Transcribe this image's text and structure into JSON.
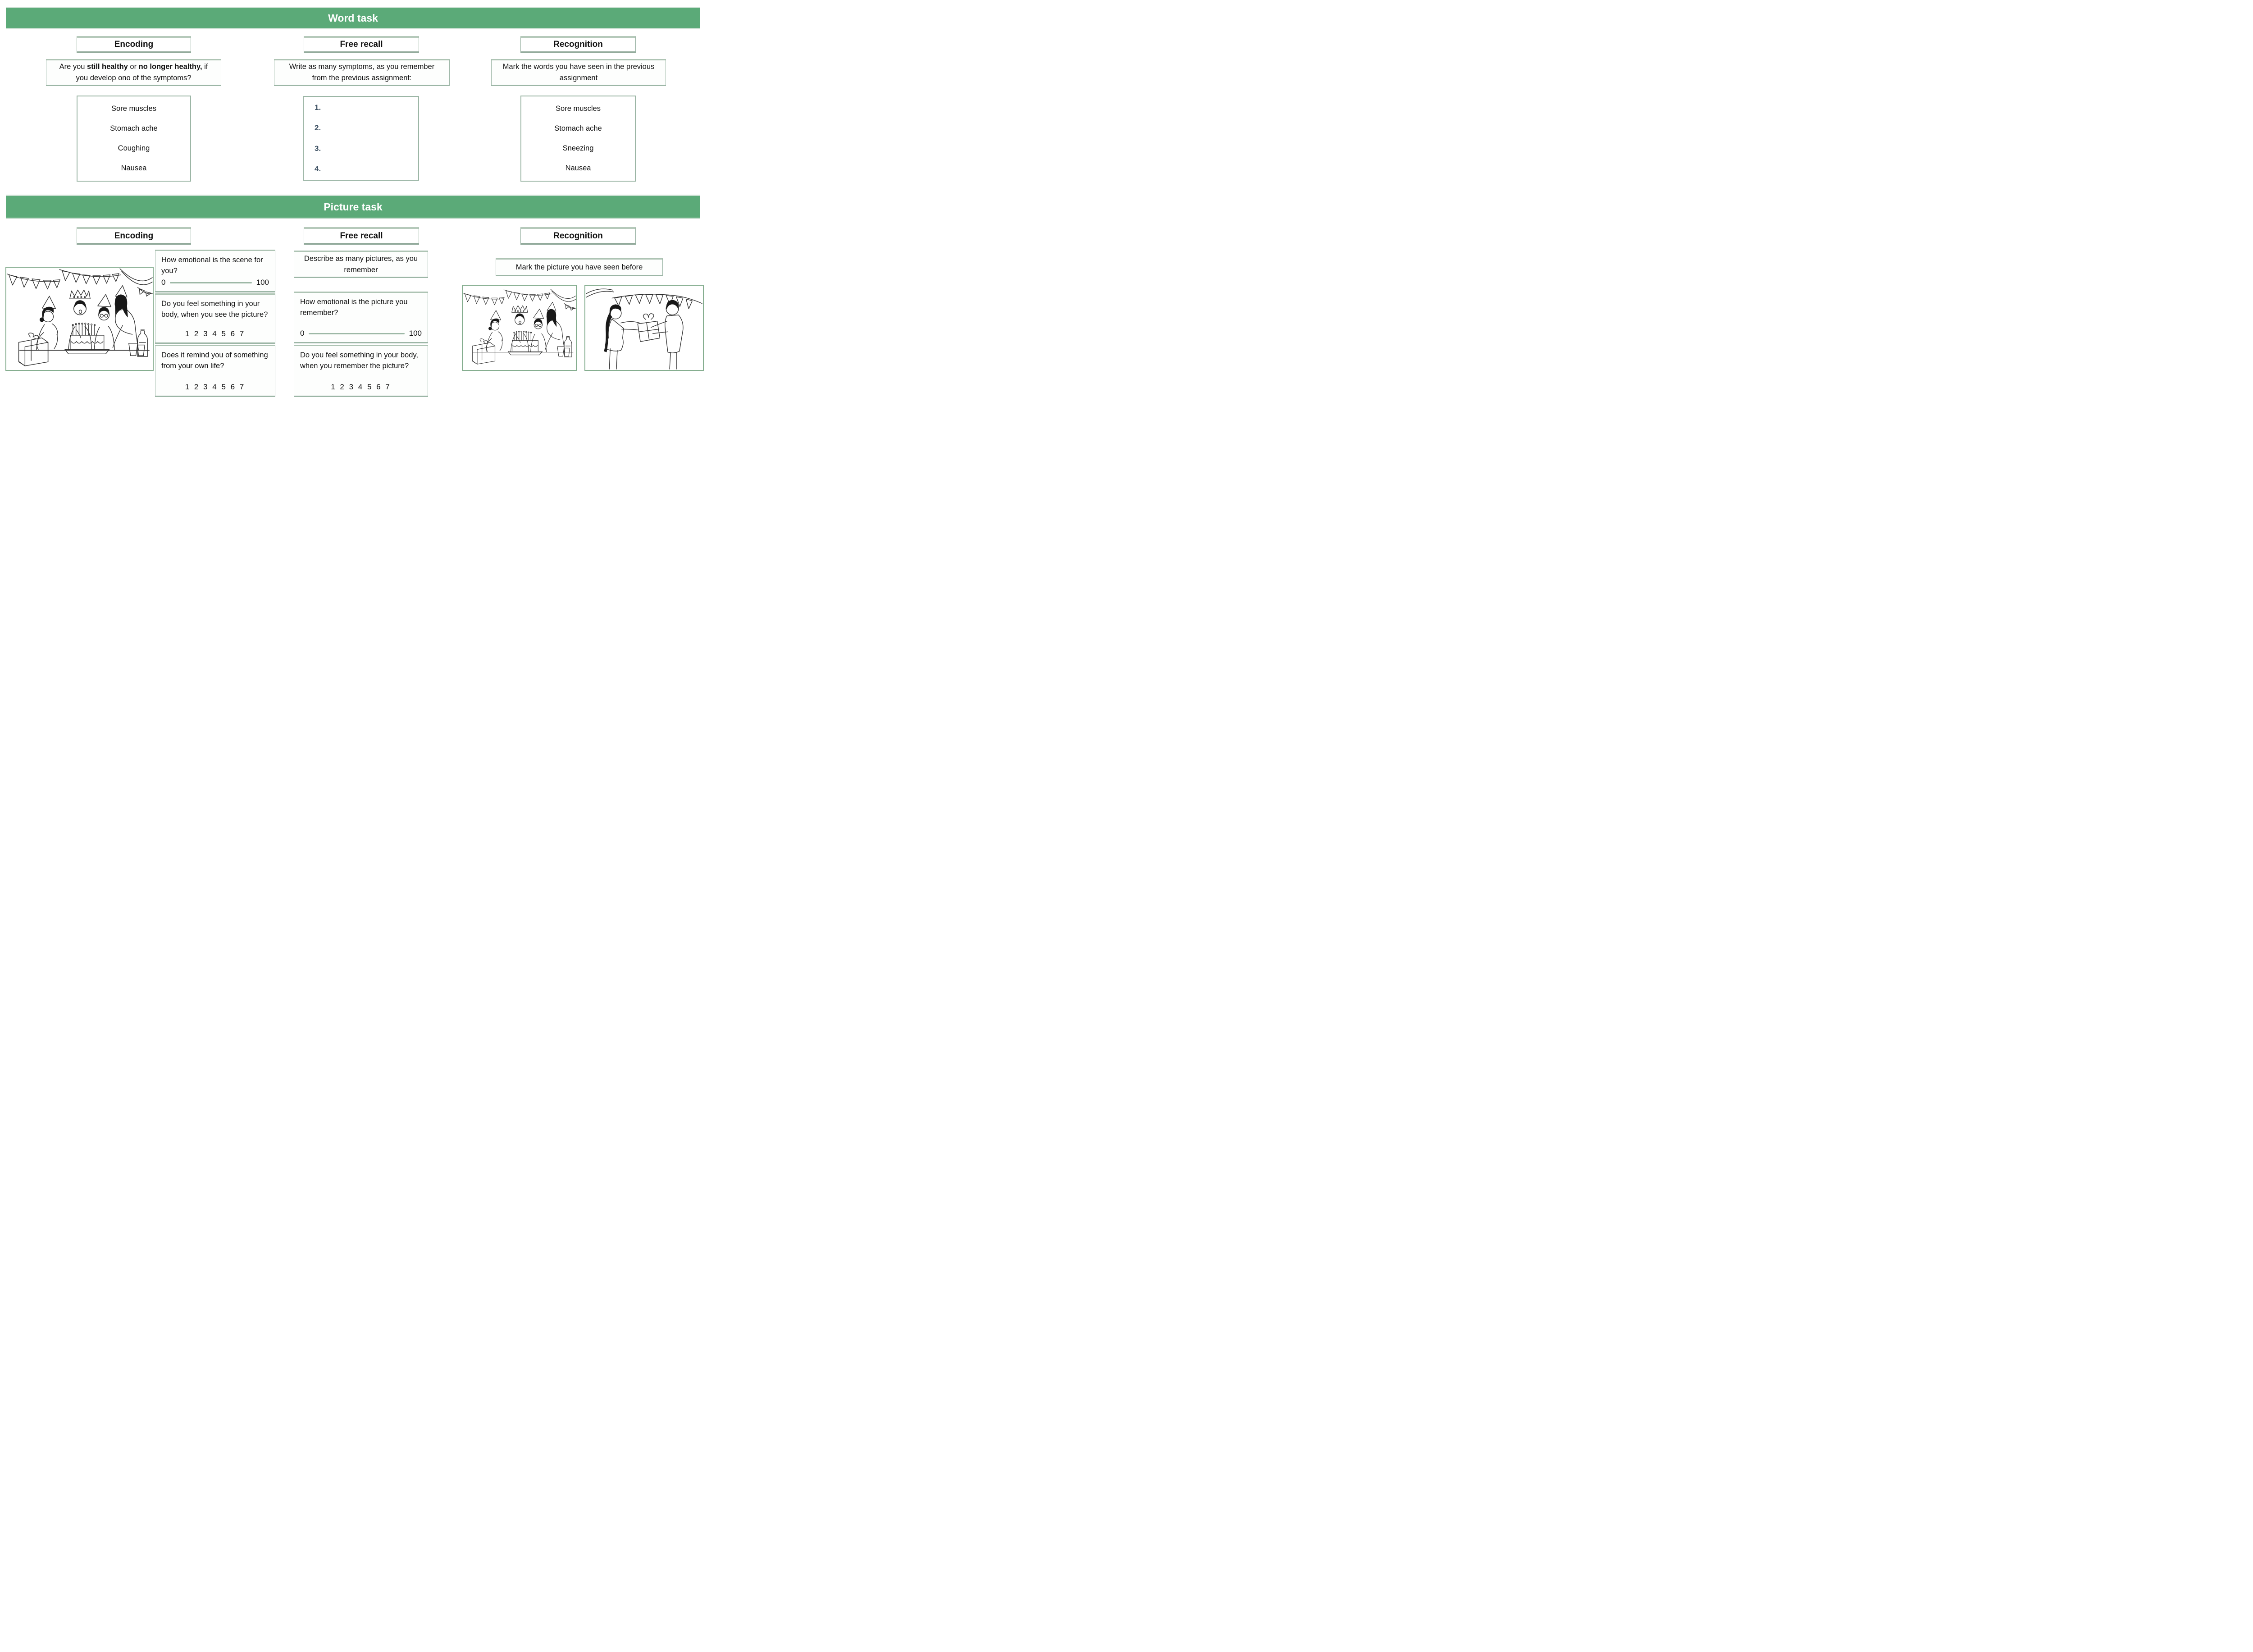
{
  "palette": {
    "bar_green": "#5baa78",
    "box_border_green": "#9cb6a6",
    "image_border_green": "#86ae90",
    "list_number_blue": "#3f5264",
    "slider_line_green": "#9db8a6"
  },
  "word_task": {
    "title": "Word task",
    "encoding": {
      "header": "Encoding",
      "question_parts": [
        "Are you ",
        "still healthy",
        " or ",
        "no longer healthy,",
        " if you develop ono of the symptoms?"
      ],
      "words": [
        "Sore muscles",
        "Stomach ache",
        "Coughing",
        "Nausea"
      ]
    },
    "free_recall": {
      "header": "Free recall",
      "question": "Write as many symptoms, as you remember from the previous assignment:",
      "numbers": [
        "1.",
        "2.",
        "3.",
        "4."
      ]
    },
    "recognition": {
      "header": "Recognition",
      "question": "Mark the words you have seen in the previous assignment",
      "words": [
        "Sore muscles",
        "Stomach ache",
        "Sneezing",
        "Nausea"
      ]
    }
  },
  "picture_task": {
    "title": "Picture task",
    "encoding": {
      "header": "Encoding",
      "image": "birthday-party-line-drawing",
      "q1": {
        "text": "How emotional is the scene for you?",
        "min": "0",
        "max": "100"
      },
      "q2": {
        "text": "Do you feel something in your body, when you see the picture?",
        "scale": "1 2 3 4 5 6 7"
      },
      "q3": {
        "text": "Does it remind you of something from your own life?",
        "scale": "1 2 3 4 5 6 7"
      }
    },
    "free_recall": {
      "header": "Free recall",
      "q1": {
        "text": "Describe as many pictures, as you remember"
      },
      "q2": {
        "text": "How emotional is the picture you remember?",
        "min": "0",
        "max": "100"
      },
      "q3": {
        "text": "Do you feel something in your body, when you remember the picture?",
        "scale": "1 2 3 4 5 6 7"
      }
    },
    "recognition": {
      "header": "Recognition",
      "question": "Mark the picture you have seen before",
      "images": [
        "birthday-party-line-drawing",
        "gift-exchange-line-drawing"
      ]
    }
  }
}
